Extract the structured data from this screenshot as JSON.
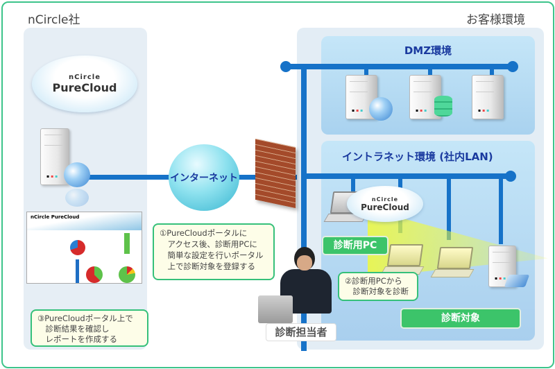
{
  "left_section": {
    "title": "nCircle社"
  },
  "right_section": {
    "title": "お客様環境"
  },
  "cloud_logo": {
    "brand": "nCircle",
    "product": "PureCloud"
  },
  "internet": {
    "label": "インターネット"
  },
  "dmz": {
    "label": "DMZ環境"
  },
  "intranet": {
    "label": "イントラネット環境 (社内LAN)"
  },
  "portal_screenshot": {
    "title": "nCircle PureCloud"
  },
  "callouts": [
    {
      "number": "①",
      "text": "①PureCloudポータルに\n　アクセス後、診断用PCに\n　簡単な設定を行いポータル\n　上で診断対象を登録する"
    },
    {
      "number": "②",
      "text": "②診断用PCから\n　診断対象を診断"
    },
    {
      "number": "③",
      "text": "③PureCloudポータル上で\n　診断結果を確認し\n　レポートを作成する"
    }
  ],
  "labels": {
    "diagnostic_pc": "診断用PC",
    "diagnostic_targets": "診断対象",
    "operator": "診断担当者"
  },
  "colors": {
    "network_line": "#1672c8",
    "label_green": "#3cc46a",
    "frame_border": "#3cc48a",
    "zone_text": "#1a3a9f"
  }
}
